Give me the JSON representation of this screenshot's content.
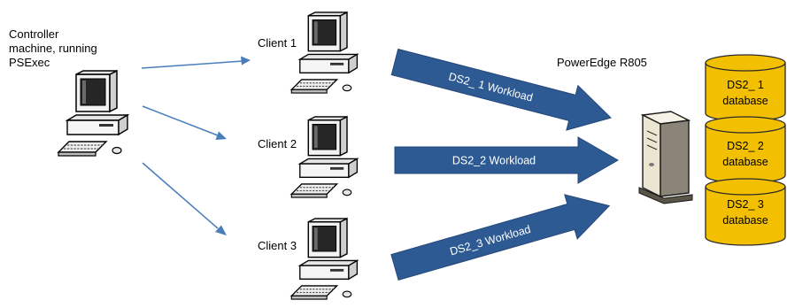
{
  "controller": {
    "label_lines": [
      "Controller",
      "machine, running",
      "PSExec"
    ]
  },
  "clients": [
    {
      "label": "Client 1"
    },
    {
      "label": "Client 2"
    },
    {
      "label": "Client 3"
    }
  ],
  "workloads": [
    {
      "label": "DS2_ 1 Workload"
    },
    {
      "label": "DS2_2 Workload"
    },
    {
      "label": "DS2_3 Workload"
    }
  ],
  "server": {
    "label": "PowerEdge R805"
  },
  "databases": [
    {
      "name": "DS2_ 1",
      "type": "database"
    },
    {
      "name": "DS2_ 2",
      "type": "database"
    },
    {
      "name": "DS2_ 3",
      "type": "database"
    }
  ],
  "colors": {
    "line_arrow": "#4a7ebb",
    "workload_fill": "#2e5a93",
    "workload_stroke": "#24477a",
    "database_fill": "#f2c000",
    "database_stroke": "#2a2a2a"
  }
}
